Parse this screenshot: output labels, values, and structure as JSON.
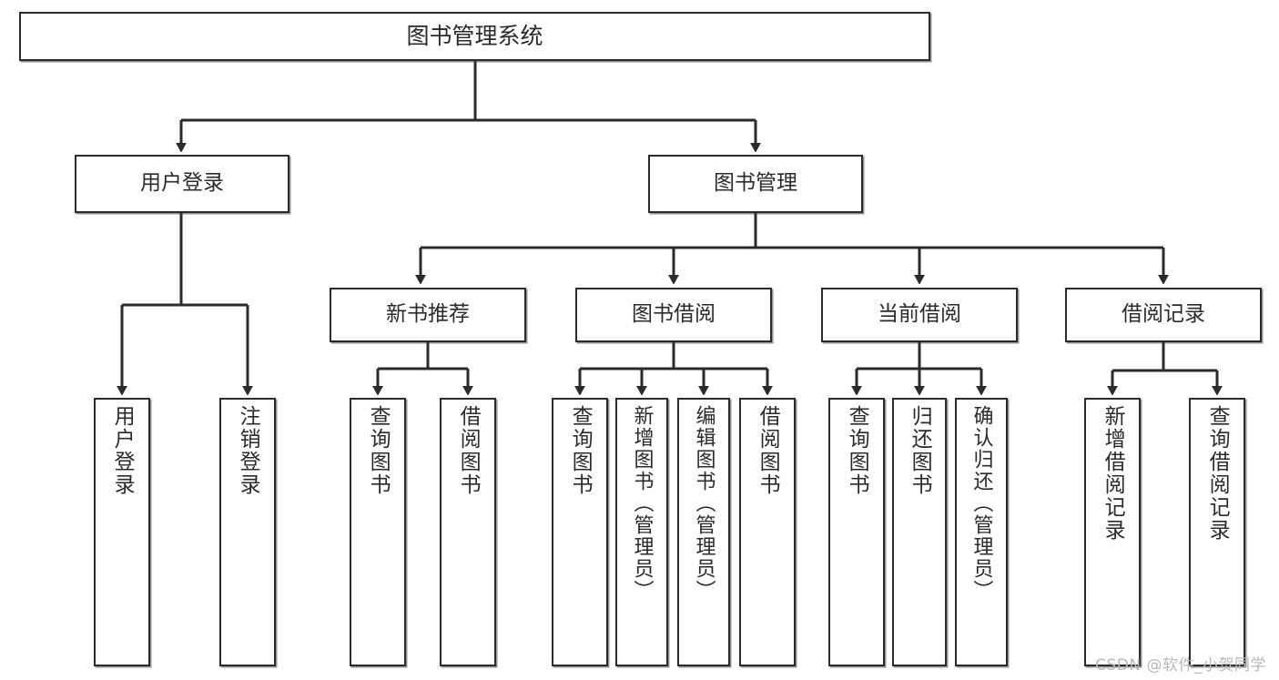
{
  "diagram": {
    "title": "图书管理系统",
    "type": "tree",
    "stroke_color": "#2b2b2b",
    "background_color": "#ffffff",
    "watermark": "CSDN @软件_小贺同学",
    "nodes": {
      "root": {
        "label": "图书管理系统"
      },
      "level1": [
        {
          "id": "user-login",
          "label": "用户登录"
        },
        {
          "id": "book-manage",
          "label": "图书管理"
        }
      ],
      "level2": [
        {
          "id": "new-book-recommend",
          "label": "新书推荐"
        },
        {
          "id": "book-borrow",
          "label": "图书借阅"
        },
        {
          "id": "current-borrow",
          "label": "当前借阅"
        },
        {
          "id": "borrow-record",
          "label": "借阅记录"
        }
      ],
      "leaves": {
        "user_login": [
          {
            "id": "leaf-user-login",
            "label": "用户登录"
          },
          {
            "id": "leaf-logout-login",
            "label": "注销登录"
          }
        ],
        "new_book_recommend": [
          {
            "id": "leaf-query-book-1",
            "label": "查询图书"
          },
          {
            "id": "leaf-borrow-book-1",
            "label": "借阅图书"
          }
        ],
        "book_borrow": [
          {
            "id": "leaf-query-book-2",
            "label": "查询图书"
          },
          {
            "id": "leaf-add-book",
            "label": "新增图书（管理员）"
          },
          {
            "id": "leaf-edit-book",
            "label": "编辑图书（管理员）"
          },
          {
            "id": "leaf-borrow-book-2",
            "label": "借阅图书"
          }
        ],
        "current_borrow": [
          {
            "id": "leaf-query-book-3",
            "label": "查询图书"
          },
          {
            "id": "leaf-return-book",
            "label": "归还图书"
          },
          {
            "id": "leaf-confirm-return",
            "label": "确认归还（管理员）"
          }
        ],
        "borrow_record": [
          {
            "id": "leaf-add-record",
            "label": "新增借阅记录"
          },
          {
            "id": "leaf-query-record",
            "label": "查询借阅记录"
          }
        ]
      }
    }
  }
}
